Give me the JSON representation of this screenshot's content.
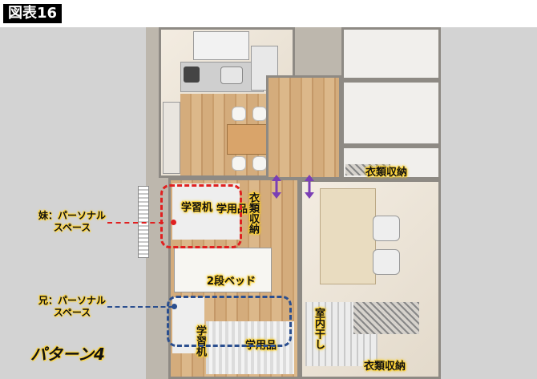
{
  "figure": {
    "title_badge": "図表16",
    "pattern_label": "パターン4"
  },
  "annotations": {
    "sister_space": {
      "line1": "妹：パーソナル",
      "line2": "スペース",
      "color": "#e02020"
    },
    "brother_space": {
      "line1": "兄：パーソナル",
      "line2": "スペース",
      "color": "#2b4f8f"
    }
  },
  "room_labels": {
    "desk_sister": "学習机",
    "supplies_sister": "学用品",
    "closet_vertical": "衣類収納",
    "bunk_bed": "2段ベッド",
    "desk_brother": "学習机",
    "supplies_brother": "学用品",
    "indoor_drying": "室内干し",
    "clothes_storage_top": "衣類収納",
    "clothes_storage_bottom": "衣類収納"
  },
  "colors": {
    "background": "#d3d3d3",
    "highlight_yellow": "#ffd43b",
    "arrow_purple": "#7b3fb5",
    "red_dash": "#e02020",
    "blue_dash": "#2b4f8f"
  }
}
